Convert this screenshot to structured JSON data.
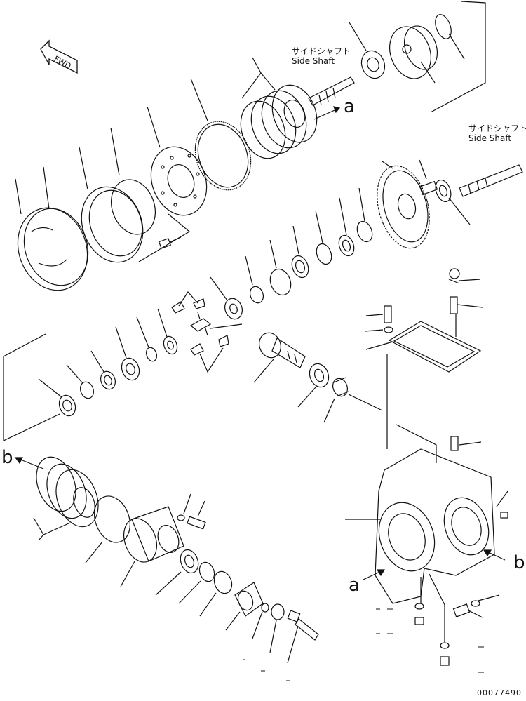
{
  "figure": {
    "fwd": "FWD",
    "side_shaft_top": {
      "jp": "サイドシャフト",
      "en": "Side Shaft"
    },
    "side_shaft_right": {
      "jp": "サイドシャフト",
      "en": "Side Shaft"
    },
    "ref_a_upper": "a",
    "ref_a_lower": "a",
    "ref_b_left": "b",
    "ref_b_right": "b",
    "drawing_number": "00077490"
  }
}
